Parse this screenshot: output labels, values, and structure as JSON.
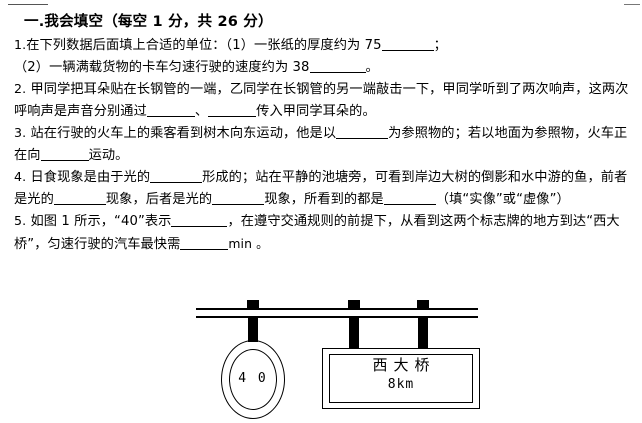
{
  "document": {
    "section_heading": "一.我会填空（每空 1 分，共 26 分）",
    "questions": [
      {
        "number": "1.",
        "line1_a": "在下列数据后面填上合适的单位：（1）一张纸的厚度约为 75",
        "line1_b": "；",
        "line2_a": "（2）一辆满载货物的卡车匀速行驶的速度约为 38",
        "line2_b": "。"
      },
      {
        "number": "2.",
        "part_a": "甲同学把耳朵贴在长钢管的一端，乙同学在长钢管的另一端敲击一下，甲同学听到了两次响声，这两次呼响声是声音分别通过",
        "part_b": "、",
        "part_c": "传入甲同学耳朵的。"
      },
      {
        "number": "3.",
        "part_a": "站在行驶的火车上的乘客看到树木向东运动，他是以",
        "part_b": "为参照物的；若以地面为参照物，火车正在向",
        "part_c": "运动。"
      },
      {
        "number": "4.",
        "part_a": "日食现象是由于光的",
        "part_b": "形成的；站在平静的池塘旁，可看到岸边大树的倒影和水中游的鱼，前者是光的",
        "part_c": "现象，后者是光的",
        "part_d": "现象，所看到的都是",
        "part_e": "（填“实像”或“虚像”）"
      },
      {
        "number": "5.",
        "part_a": "如图 1 所示，“40”表示",
        "part_b": "，在遵守交通规则的前提下，从看到这两个标志牌的地方到达“西大桥”，匀速行驶的汽车最快需",
        "part_c": "min 。"
      }
    ]
  },
  "figure": {
    "name": "figure-1-road-signs",
    "speed_limit_sign": {
      "value": "4 0",
      "shape": "double-ellipse"
    },
    "direction_board": {
      "title": "西大桥",
      "distance": "8km",
      "shape": "double-rectangle"
    },
    "support": {
      "pole_count": 3,
      "rail_count": 2
    }
  }
}
